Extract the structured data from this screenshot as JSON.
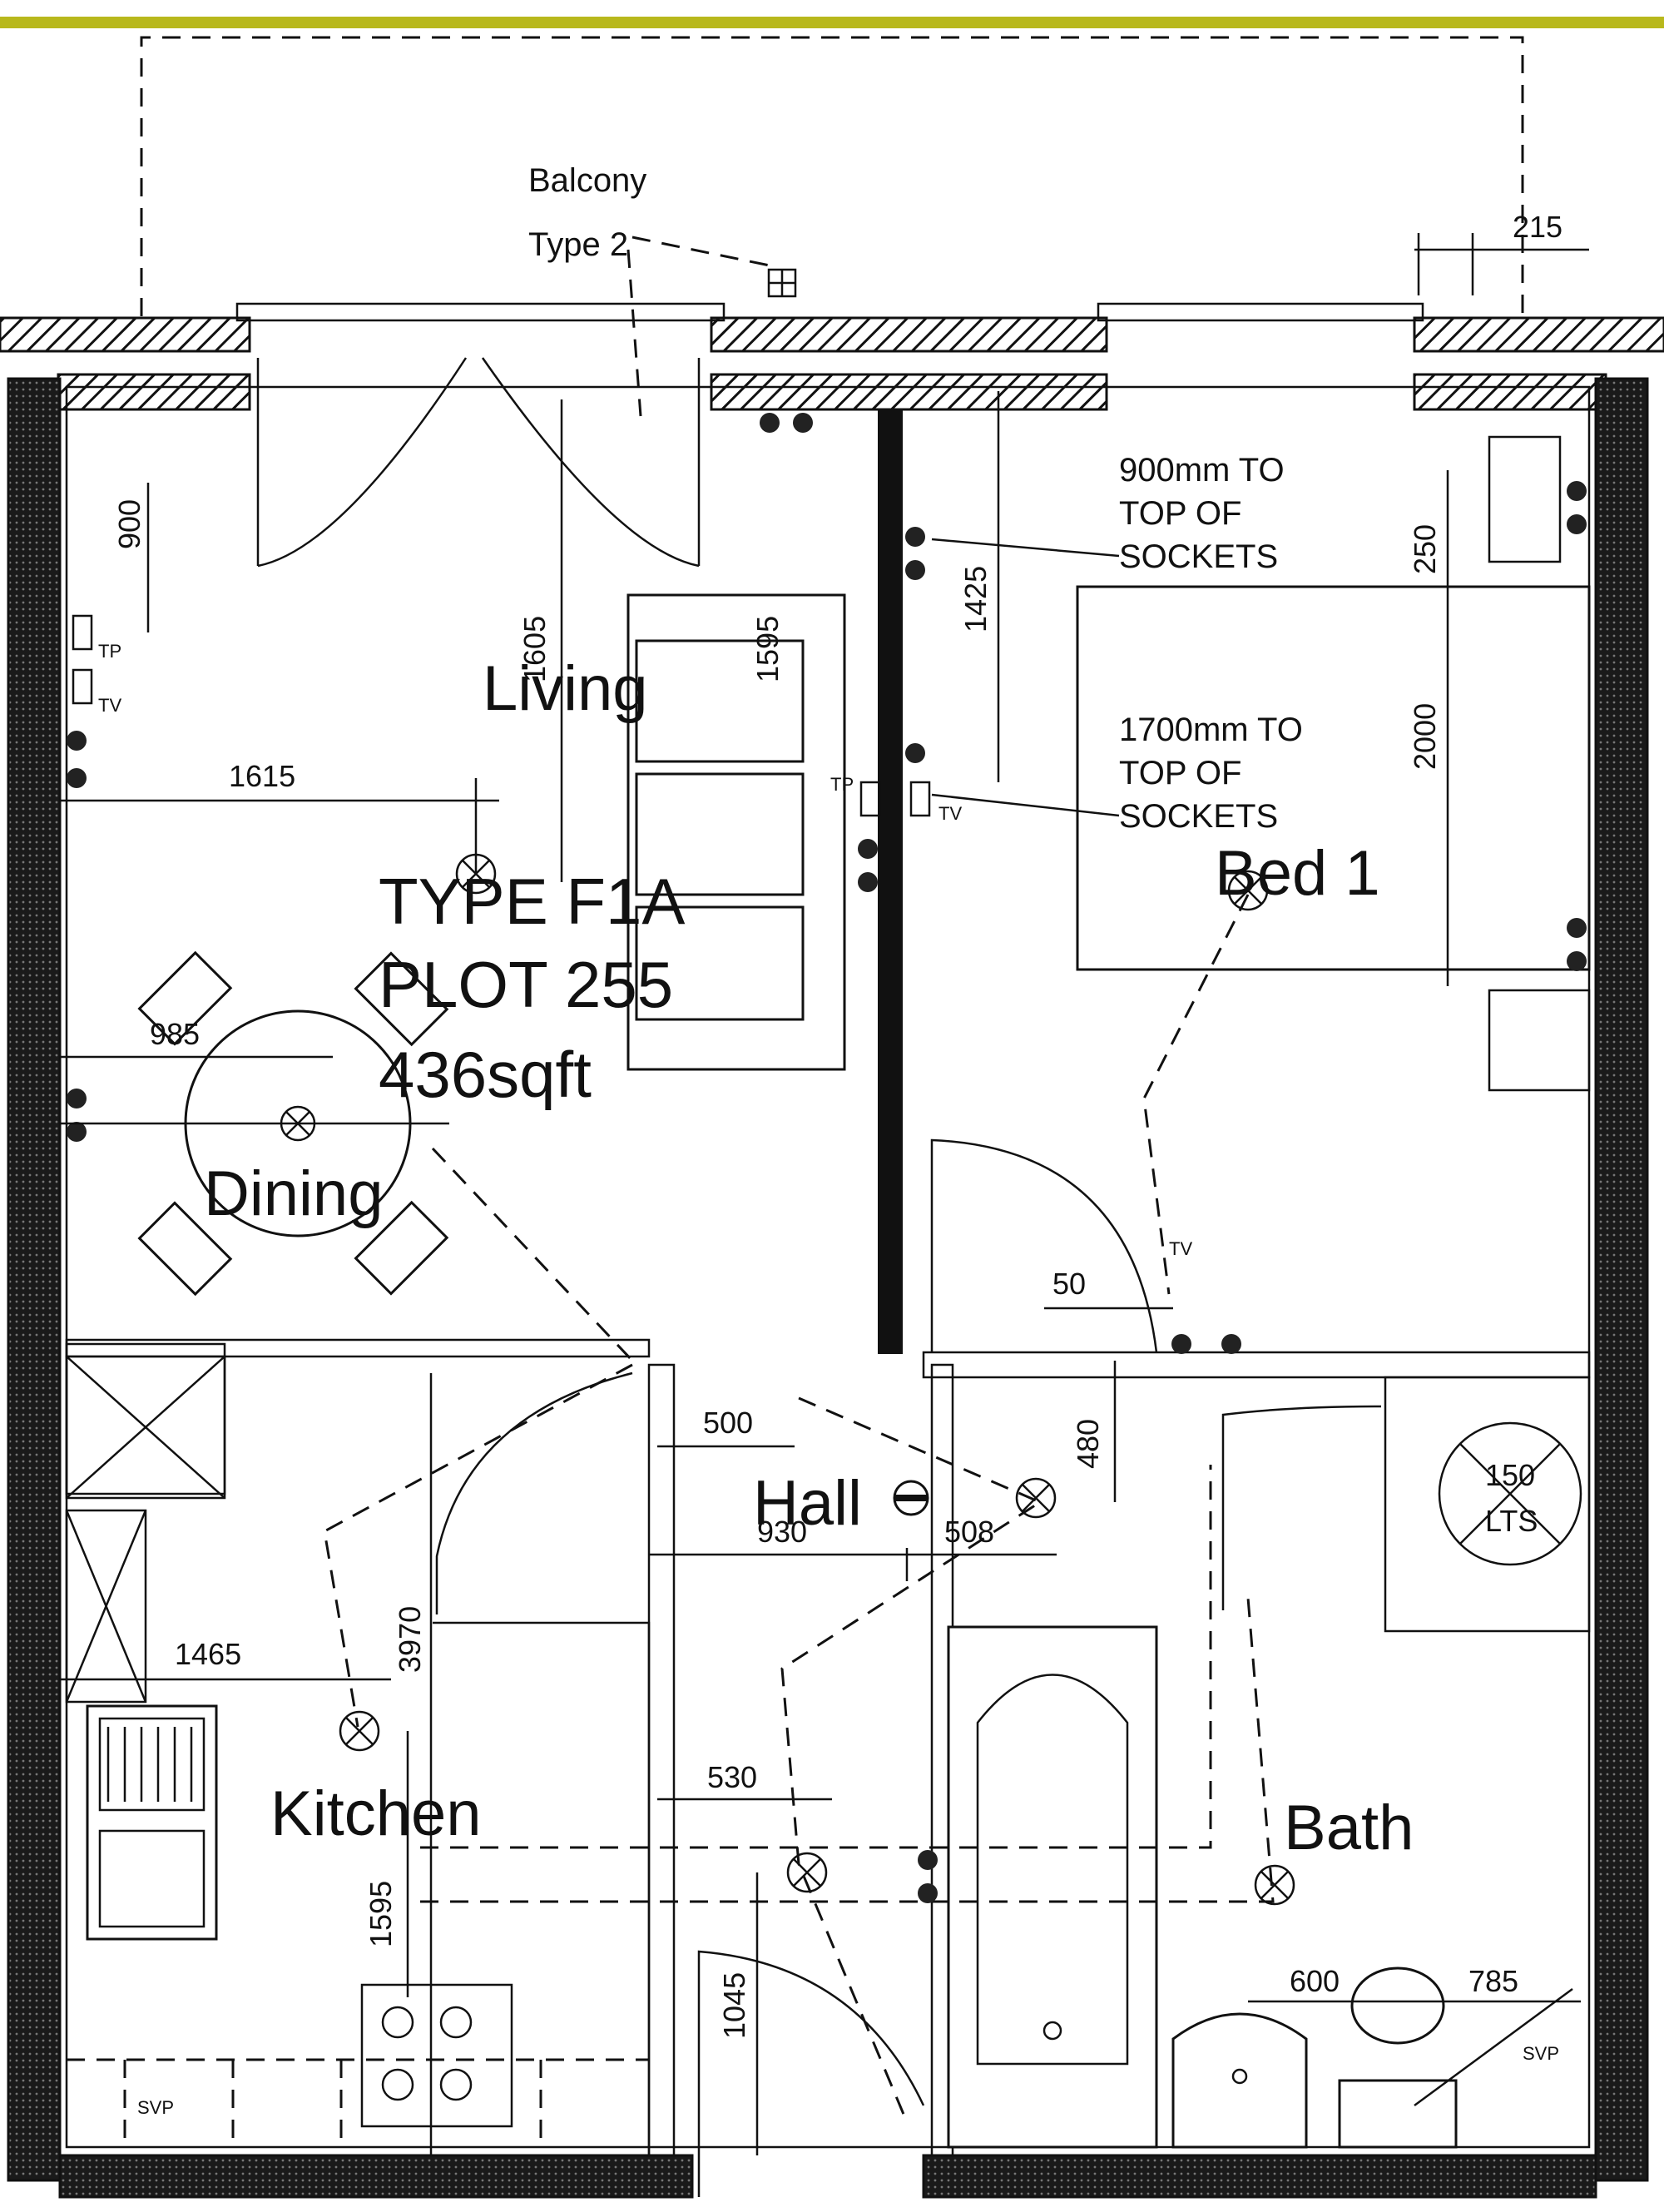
{
  "plan": {
    "rooms": {
      "living": "Living",
      "dining": "Dining",
      "bed1": "Bed 1",
      "hall": "Hall",
      "kitchen": "Kitchen",
      "bath": "Bath"
    },
    "balcony": {
      "line1": "Balcony",
      "line2": "Type 2"
    },
    "plot": {
      "type": "TYPE F1A",
      "plot": "PLOT 255",
      "area": "436sqft"
    },
    "notes": {
      "n1_line1": "900mm TO",
      "n1_line2": "TOP OF",
      "n1_line3": "SOCKETS",
      "n2_line1": "1700mm TO",
      "n2_line2": "TOP OF",
      "n2_line3": "SOCKETS"
    },
    "dimensions": {
      "d215": "215",
      "d900": "900",
      "d1605": "1605",
      "d1595a": "1595",
      "d1425": "1425",
      "d250": "250",
      "d2000": "2000",
      "d1615": "1615",
      "d985": "985",
      "d50": "50",
      "d500": "500",
      "d480": "480",
      "d930": "930",
      "d508": "508",
      "d3970": "3970",
      "d1465": "1465",
      "d530": "530",
      "d1595b": "1595",
      "d1045": "1045",
      "d600": "600",
      "d785": "785"
    },
    "labels": {
      "tp1": "TP",
      "tv1": "TV",
      "tp2": "TP",
      "tv2": "TV",
      "tv3": "TV",
      "svp_left": "SVP",
      "svp_right": "SVP",
      "lts_150": "150",
      "lts": "LTS"
    },
    "colors": {
      "top_band": "#b8b81c",
      "lines": "#111111"
    }
  }
}
